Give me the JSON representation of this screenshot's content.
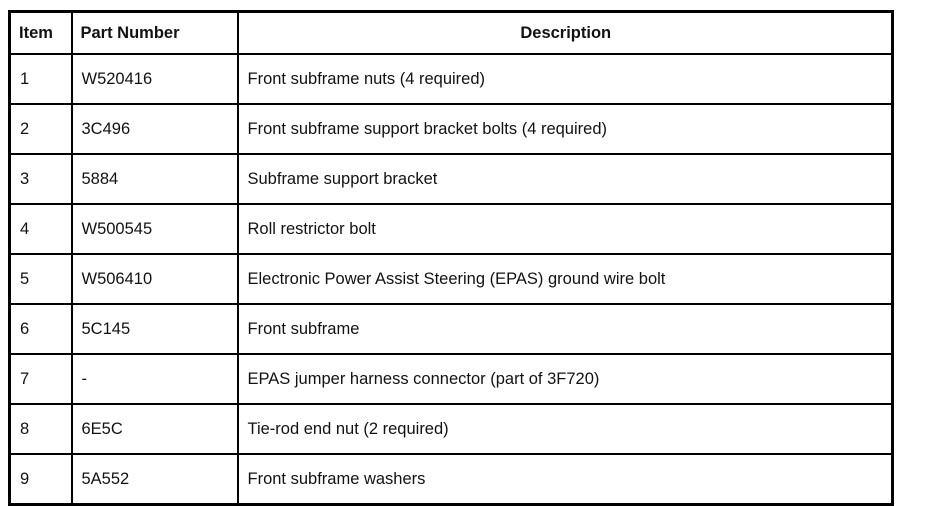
{
  "table": {
    "headers": {
      "item": "Item",
      "part_number": "Part Number",
      "description": "Description"
    },
    "rows": [
      {
        "item": "1",
        "part_number": "W520416",
        "description": "Front subframe nuts (4 required)"
      },
      {
        "item": "2",
        "part_number": "3C496",
        "description": "Front subframe support bracket bolts (4 required)"
      },
      {
        "item": "3",
        "part_number": "5884",
        "description": "Subframe support bracket"
      },
      {
        "item": "4",
        "part_number": "W500545",
        "description": "Roll restrictor bolt"
      },
      {
        "item": "5",
        "part_number": "W506410",
        "description": "Electronic Power Assist Steering (EPAS) ground wire bolt"
      },
      {
        "item": "6",
        "part_number": "5C145",
        "description": "Front subframe"
      },
      {
        "item": "7",
        "part_number": "-",
        "description": "EPAS jumper harness connector (part of 3F720)"
      },
      {
        "item": "8",
        "part_number": "6E5C",
        "description": "Tie-rod end nut (2 required)"
      },
      {
        "item": "9",
        "part_number": "5A552",
        "description": "Front subframe washers"
      }
    ],
    "colors": {
      "border": "#000000",
      "text": "#121212",
      "background": "#ffffff"
    }
  }
}
